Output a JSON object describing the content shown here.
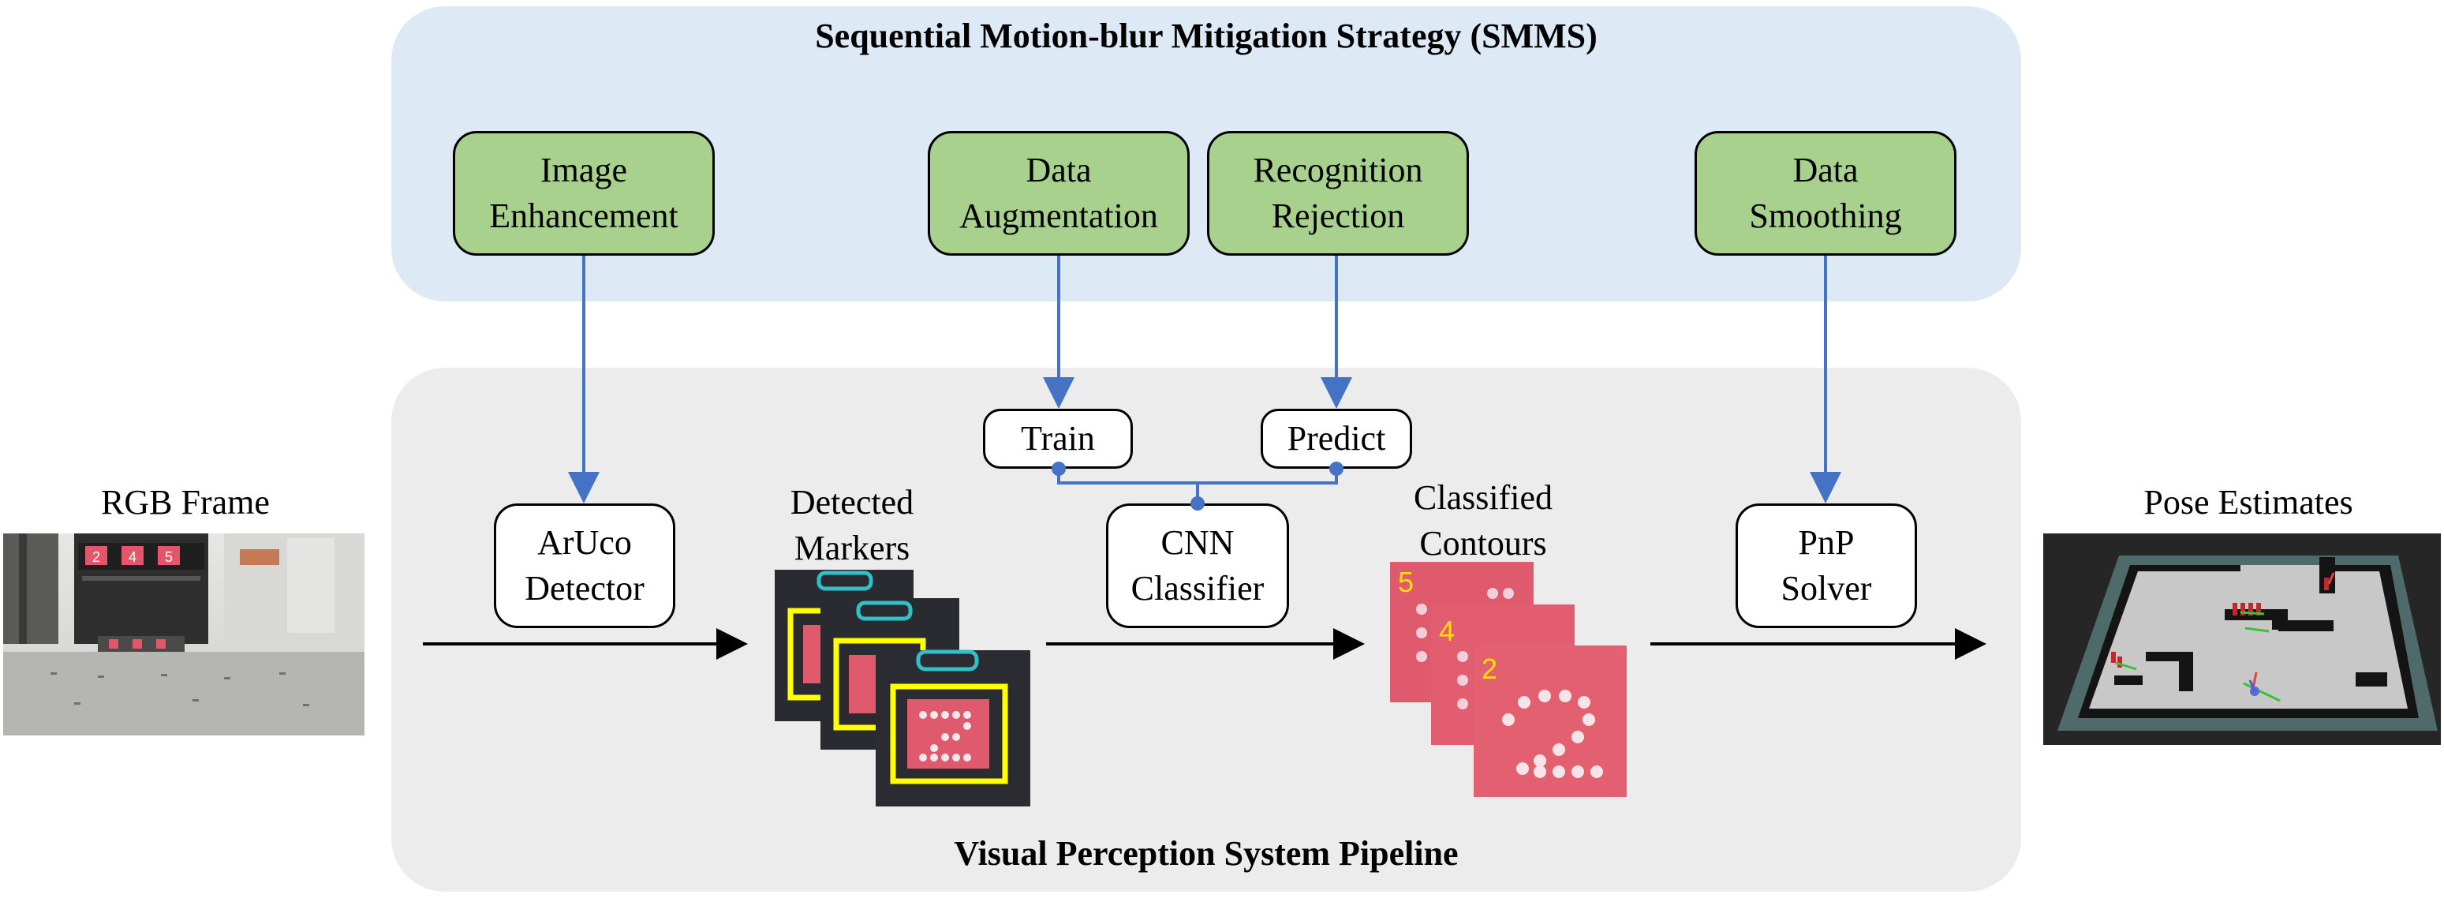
{
  "smms": {
    "title": "Sequential Motion-blur Mitigation Strategy (SMMS)",
    "boxes": {
      "image_enhancement": [
        "Image",
        "Enhancement"
      ],
      "data_augmentation": [
        "Data",
        "Augmentation"
      ],
      "recognition_rejection": [
        "Recognition",
        "Rejection"
      ],
      "data_smoothing": [
        "Data",
        "Smoothing"
      ]
    }
  },
  "pipeline": {
    "title": "Visual Perception System Pipeline",
    "boxes": {
      "aruco": [
        "ArUco",
        "Detector"
      ],
      "train": "Train",
      "predict": "Predict",
      "cnn": [
        "CNN",
        "Classifier"
      ],
      "pnp": [
        "PnP",
        "Solver"
      ]
    },
    "labels": {
      "detected_markers": [
        "Detected",
        "Markers"
      ],
      "classified_contours": [
        "Classified",
        "Contours"
      ]
    },
    "contour_numbers": [
      "5",
      "4",
      "2"
    ]
  },
  "inputs": {
    "rgb_frame": "RGB Frame",
    "rgb_marker_digits": [
      "2",
      "4",
      "5"
    ]
  },
  "outputs": {
    "pose_estimates": "Pose Estimates"
  },
  "colors": {
    "smms_panel": "#dde9f5",
    "pipeline_panel": "#ececec",
    "strategy_box": "#a9d18e",
    "connector": "#4472c4",
    "marker_outline": "#ffff00",
    "marker_top": "#30c0c8",
    "contour_red": "#e05a6e",
    "contour_number": "#ffe000"
  }
}
